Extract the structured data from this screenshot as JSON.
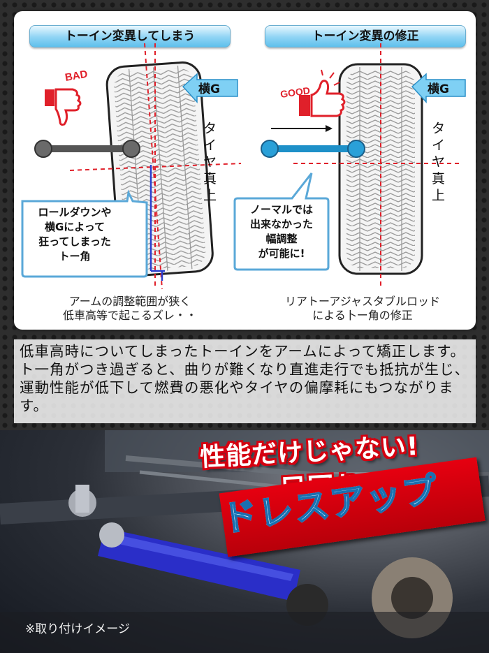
{
  "left_panel": {
    "title": "トーイン変異してしまう",
    "badge": "BAD",
    "force_label": "横G",
    "vertical_label": "タイヤ真上",
    "callout_lines": [
      "ロールダウンや",
      "横Gによって",
      "狂ってしまった",
      "トー角"
    ],
    "caption_lines": [
      "アームの調整範囲が狭く",
      "低車高等で起こるズレ・・"
    ]
  },
  "right_panel": {
    "title": "トーイン変異の修正",
    "badge": "GOOD",
    "force_label": "横G",
    "vertical_label": "タイヤ真上",
    "callout_lines": [
      "ノーマルでは",
      "出来なかった",
      "幅調整",
      "が可能に!"
    ],
    "caption_lines": [
      "リアトーアジャスタブルロッド",
      "による卜ー角の修正"
    ]
  },
  "description": "低車高時についてしまったトーインをアームによって矯正します。ト一角がつき過ぎると、曲りが難くなり直進走行でも抵抗が生じ、運動性能が低下して燃費の悪化やタイヤの偏摩耗にもつながります。",
  "headline": {
    "line1": "性能だけじゃない!",
    "line2": "足回りの",
    "line3": "ドレスアップ"
  },
  "note": "※取り付けイメージ",
  "colors": {
    "accent_blue": "#1e90c8",
    "bad_red": "#e0202a",
    "panel_title_blue": "#5fc0ec",
    "rod_blue": "#2a3fd0",
    "headline_red": "#d40010"
  }
}
